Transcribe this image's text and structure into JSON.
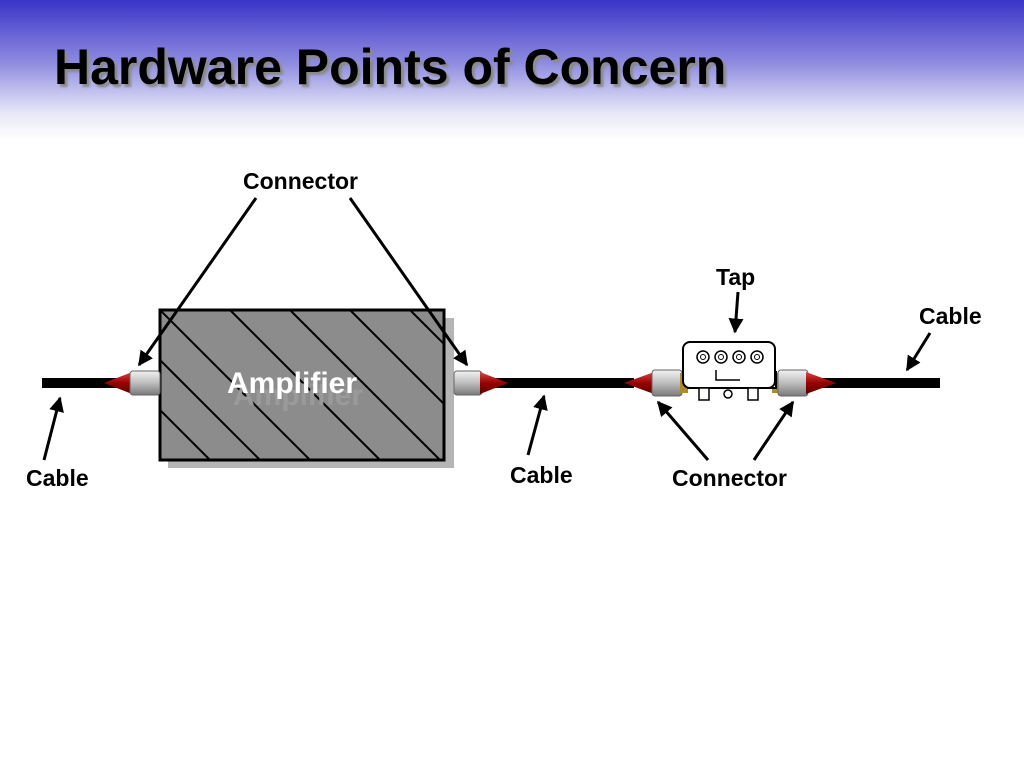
{
  "slide": {
    "title": "Hardware Points of Concern"
  },
  "diagram": {
    "amplifier_label": "Amplifier",
    "labels": {
      "connector_top": "Connector",
      "tap": "Tap",
      "cable_right": "Cable",
      "cable_left": "Cable",
      "cable_middle": "Cable",
      "connector_bottom": "Connector"
    }
  },
  "colors": {
    "header_top": "#3a34c8",
    "cable": "#000000",
    "amplifier_fill": "#8c8c8c",
    "connector_boot": "#a80000",
    "connector_body": "#c8c8c8"
  }
}
